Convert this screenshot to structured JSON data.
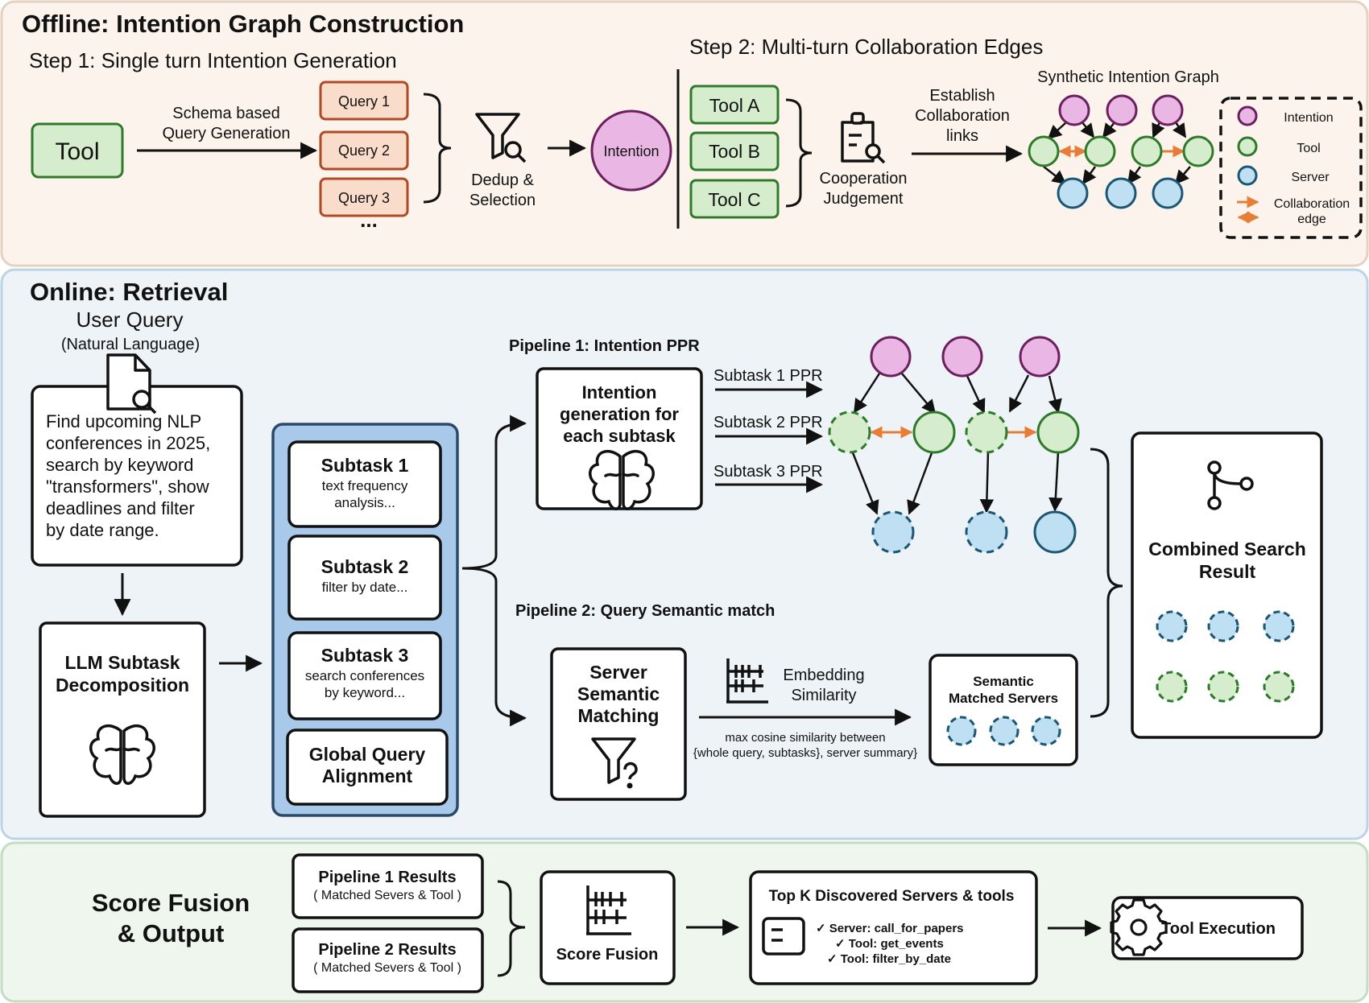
{
  "offline": {
    "title": "Offline: Intention Graph Construction",
    "step1_title": "Step 1: Single turn Intention Generation",
    "tool_label": "Tool",
    "schema_line1": "Schema based",
    "schema_line2": "Query Generation",
    "queries": [
      "Query 1",
      "Query 2",
      "Query 3"
    ],
    "query_ellipsis": "...",
    "dedup_line1": "Dedup &",
    "dedup_line2": "Selection",
    "intention_label": "Intention",
    "step2_title": "Step 2: Multi-turn  Collaboration Edges",
    "tools": [
      "Tool A",
      "Tool B",
      "Tool C"
    ],
    "coop_line1": "Cooperation",
    "coop_line2": "Judgement",
    "establish_line1": "Establish",
    "establish_line2": "Collaboration",
    "establish_line3": "links",
    "graph_title": "Synthetic Intention Graph",
    "legend": {
      "intention": "Intention",
      "tool": "Tool",
      "server": "Server",
      "collab_line1": "Collaboration",
      "collab_line2": "edge"
    }
  },
  "online": {
    "title": "Online: Retrieval",
    "user_query_title": "User Query",
    "user_query_sub": "(Natural Language)",
    "query_lines": [
      "Find upcoming NLP",
      "conferences in 2025,",
      "search by keyword",
      "\"transformers\", show",
      "deadlines and filter",
      "by date range."
    ],
    "llm_line1": "LLM Subtask",
    "llm_line2": "Decomposition",
    "subtasks": [
      {
        "title": "Subtask 1",
        "desc_line1": "text frequency",
        "desc_line2": "analysis..."
      },
      {
        "title": "Subtask 2",
        "desc_line1": "filter by date...",
        "desc_line2": ""
      },
      {
        "title": "Subtask 3",
        "desc_line1": "search conferences",
        "desc_line2": "by keyword..."
      }
    ],
    "global_line1": "Global Query",
    "global_line2": "Alignment",
    "pipeline1_title": "Pipeline 1: Intention PPR",
    "intention_gen_lines": [
      "Intention",
      "generation for",
      "each subtask"
    ],
    "ppr_labels": [
      "Subtask 1 PPR",
      "Subtask 2 PPR",
      "Subtask 3 PPR"
    ],
    "pipeline2_title": "Pipeline 2: Query Semantic match",
    "server_sem_lines": [
      "Server",
      "Semantic",
      "Matching"
    ],
    "embed_line1": "Embedding",
    "embed_line2": "Similarity",
    "cosine_line1": "max cosine similarity between",
    "cosine_line2": "{whole query, subtasks}, server summary}",
    "sem_matched_line1": "Semantic",
    "sem_matched_line2": "Matched Servers",
    "combined_line1": "Combined Search",
    "combined_line2": "Result"
  },
  "fusion": {
    "title_line1": "Score Fusion",
    "title_line2": "& Output",
    "p1_title": "Pipeline 1 Results",
    "p1_sub": "( Matched Severs & Tool  )",
    "p2_title": "Pipeline 2 Results",
    "p2_sub": "( Matched Severs & Tool  )",
    "score_fusion": "Score Fusion",
    "topk_title": "Top K Discovered Servers & tools",
    "topk_lines": [
      "✓ Server: call_for_papers",
      "✓ Tool: get_events",
      "✓ Tool: filter_by_date"
    ],
    "tool_exec": "Tool Execution"
  },
  "colors": {
    "offline_bg": "#fcf4ec",
    "offline_border": "#e3d2c2",
    "online_bg": "#eef3f8",
    "online_border": "#bcd3e6",
    "fusion_bg": "#eef6ee",
    "fusion_border": "#c3dcc3",
    "intention_fill": "#eab6e4",
    "intention_stroke": "#6b1f5e",
    "tool_fill": "#d6edcd",
    "tool_stroke": "#2f7a2a",
    "server_fill": "#bfe0f2",
    "server_stroke": "#1b5673",
    "query_fill": "#fadcca",
    "query_stroke": "#b04a26",
    "collab_edge": "#e87d37",
    "subtask_panel": "#a9c9ea",
    "subtask_panel_stroke": "#2b4a6b"
  }
}
